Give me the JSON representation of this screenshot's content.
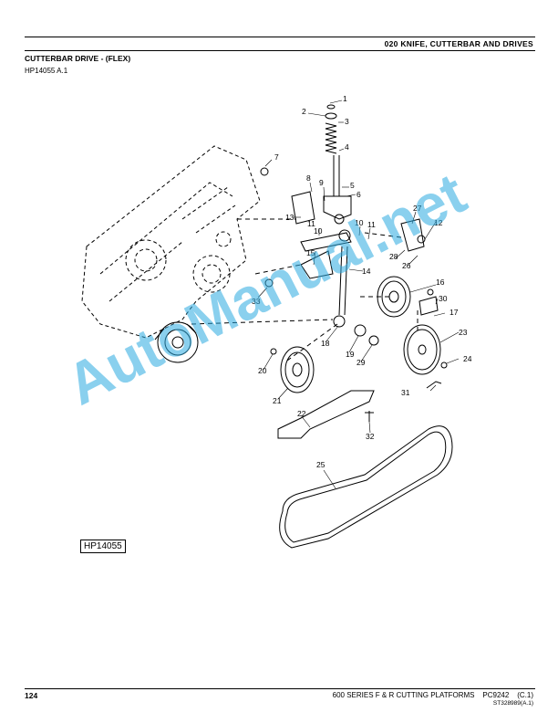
{
  "header": {
    "section": "020 KNIFE, CUTTERBAR AND DRIVES"
  },
  "page": {
    "title": "CUTTERBAR DRIVE - (FLEX)",
    "ref": "HP14055 A.1"
  },
  "figure": {
    "id_label": "HP14055",
    "callouts": [
      "1",
      "2",
      "3",
      "4",
      "5",
      "6",
      "7",
      "8",
      "9",
      "10",
      "10",
      "11",
      "11",
      "12",
      "13",
      "14",
      "15",
      "16",
      "17",
      "18",
      "19",
      "20",
      "21",
      "22",
      "23",
      "24",
      "25",
      "26",
      "27",
      "28",
      "29",
      "30",
      "31",
      "32",
      "33"
    ]
  },
  "watermark": {
    "text": "AutoManual.net",
    "color": "#2aa9e0"
  },
  "footer": {
    "page_number": "124",
    "publication": "600 SERIES F & R CUTTING PLATFORMS    PC9242    (C.1)",
    "code": "ST328989(A.1)"
  }
}
